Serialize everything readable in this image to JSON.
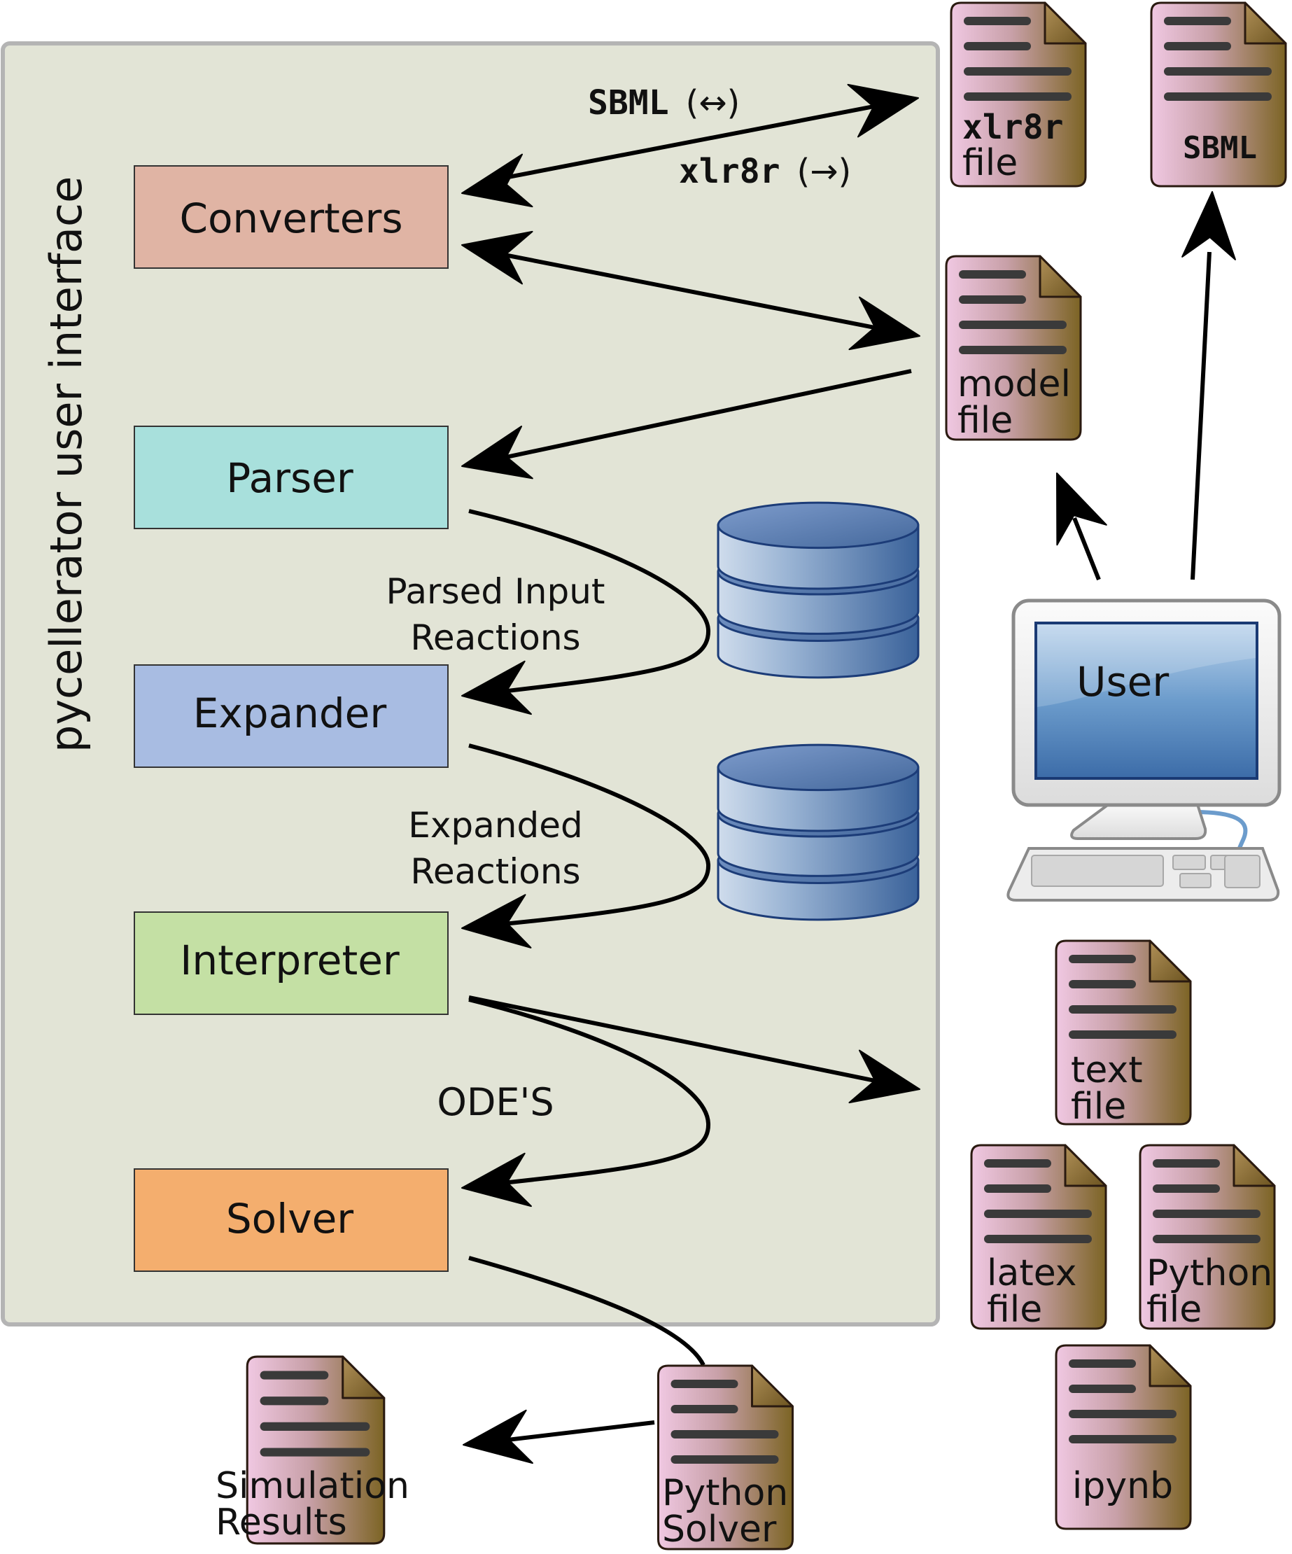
{
  "panel": {
    "title": "pycellerator user interface",
    "modules": {
      "converters": "Converters",
      "parser": "Parser",
      "expander": "Expander",
      "interpreter": "Interpreter",
      "solver": "Solver"
    },
    "flow_labels": {
      "parsed_line1": "Parsed Input",
      "parsed_line2": "Reactions",
      "expanded_line1": "Expanded",
      "expanded_line2": "Reactions",
      "odes": "ODE'S"
    }
  },
  "arrow_labels": {
    "sbml_name": "SBML",
    "sbml_dir": "(↔)",
    "xlr8r_name": "xlr8r",
    "xlr8r_dir": "(→)"
  },
  "files": {
    "xlr8r_line1": "xlr8r",
    "xlr8r_line2": "file",
    "sbml": "SBML",
    "model_line1": "model",
    "model_line2": "file",
    "text_line1": "text",
    "text_line2": "file",
    "latex_line1": "latex",
    "latex_line2": "file",
    "python_line1": "Python",
    "python_line2": "file",
    "ipynb": "ipynb",
    "results_line1": "Simulation",
    "results_line2": "Results",
    "solver_line1": "Python",
    "solver_line2": "Solver"
  },
  "computer": {
    "screen_label": "User"
  },
  "colors": {
    "panel_fill": "#e2e4d6",
    "panel_stroke": "#b4b4b4",
    "converters": "#e0b4a4",
    "parser": "#a8e0dc",
    "expander": "#a8bce2",
    "interpreter": "#c4e0a4",
    "solver": "#f4ae6e",
    "file_pink": "#f0c8e2",
    "file_brown": "#846c34",
    "database_blue": "#4070a8"
  }
}
